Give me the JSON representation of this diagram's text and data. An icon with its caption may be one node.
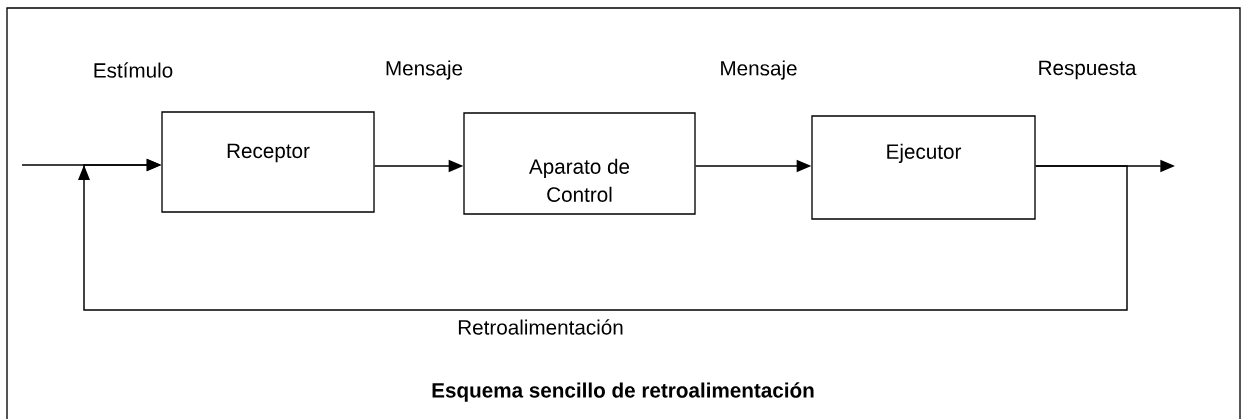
{
  "diagram": {
    "caption": "Esquema sencillo de retroalimentación",
    "nodes": [
      {
        "text": [
          "Receptor"
        ]
      },
      {
        "text": [
          "Aparato de Control"
        ]
      },
      {
        "text": [
          "Ejecutor"
        ]
      }
    ],
    "edges": [
      {
        "from": null,
        "to": 0,
        "arrow": "to",
        "label": "Estímulo"
      },
      {
        "from": 0,
        "to": 1,
        "arrow": "to",
        "label": "Mensaje"
      },
      {
        "from": 1,
        "to": 2,
        "arrow": "to",
        "label": "Mensaje"
      },
      {
        "from": 2,
        "to": null,
        "arrow": "to",
        "label": "Respuesta"
      },
      {
        "from": 2,
        "to": 0,
        "arrow": "to",
        "label": "Retroalimentación"
      }
    ]
  }
}
